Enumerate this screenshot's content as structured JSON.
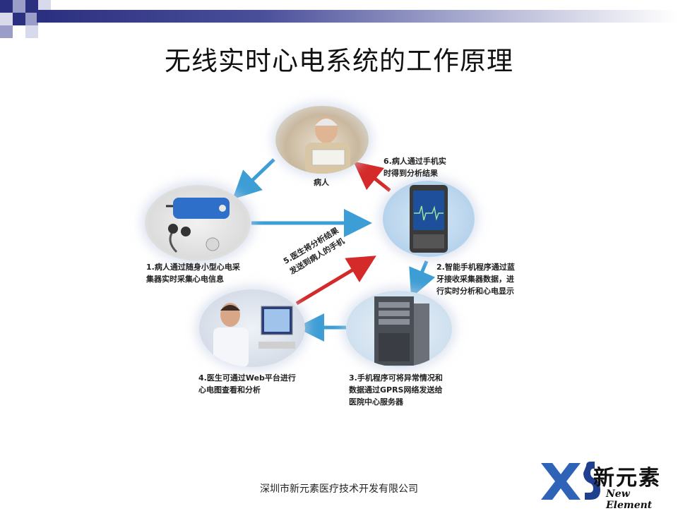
{
  "slide": {
    "title": "无线实时心电系统的工作原理",
    "footer": "深圳市新元素医疗技术开发有限公司"
  },
  "nodes": {
    "patient": {
      "label": "病人"
    },
    "phone": {},
    "server": {},
    "doctor": {},
    "device": {}
  },
  "steps": [
    {
      "id": "1",
      "text": "1.病人通过随身小型心电采\n集器实时采集心电信息"
    },
    {
      "id": "2",
      "text": "2.智能手机程序通过蓝\n牙接收采集器数据，进\n行实时分析和心电显示"
    },
    {
      "id": "3",
      "text": "3.手机程序可将异常情况和\n数据通过GPRS网络发送给\n医院中心服务器"
    },
    {
      "id": "4",
      "text": "4.医生可通过Web平台进行\n心电图查看和分析"
    },
    {
      "id": "5",
      "text": "5.医生将分析结果\n发送到病人的手机"
    },
    {
      "id": "6",
      "text": "6.病人通过手机实\n时得到分析结果"
    }
  ],
  "logo": {
    "text": "新元素",
    "subtitle": "New Element"
  },
  "colors": {
    "blue_arrow": "#3d9ed6",
    "red_arrow": "#d42a2a",
    "title_bar": "#2b2f7f",
    "logo_blue": "#2e63b8"
  }
}
